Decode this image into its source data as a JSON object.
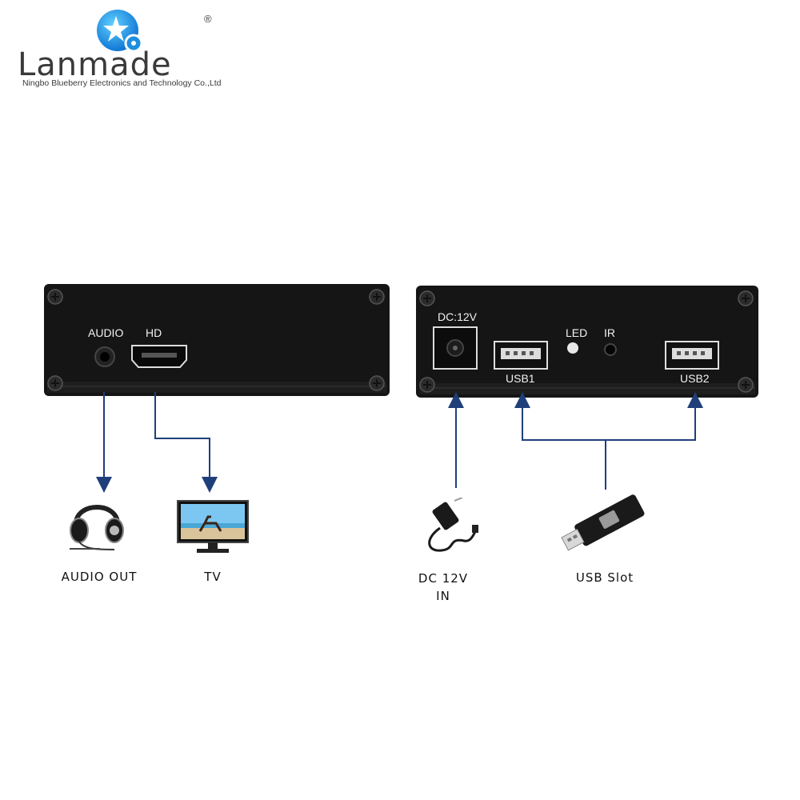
{
  "logo": {
    "brand": "Lanmade",
    "tagline": "Ningbo Blueberry Electronics and Technology Co.,Ltd",
    "registered": "®"
  },
  "front_panel": {
    "audio_label": "AUDIO",
    "hd_label": "HD"
  },
  "rear_panel": {
    "dc_label": "DC:12V",
    "led_label": "LED",
    "ir_label": "IR",
    "usb1_label": "USB1",
    "usb2_label": "USB2"
  },
  "captions": {
    "audio_out": "AUDIO OUT",
    "tv": "TV",
    "dc_line1": "DC 12V",
    "dc_line2": "IN",
    "usb_slot": "USB Slot"
  },
  "colors": {
    "connector_line": "#1f3f7a",
    "panel": "#111111",
    "logo_blue": "#1c8fe0"
  }
}
